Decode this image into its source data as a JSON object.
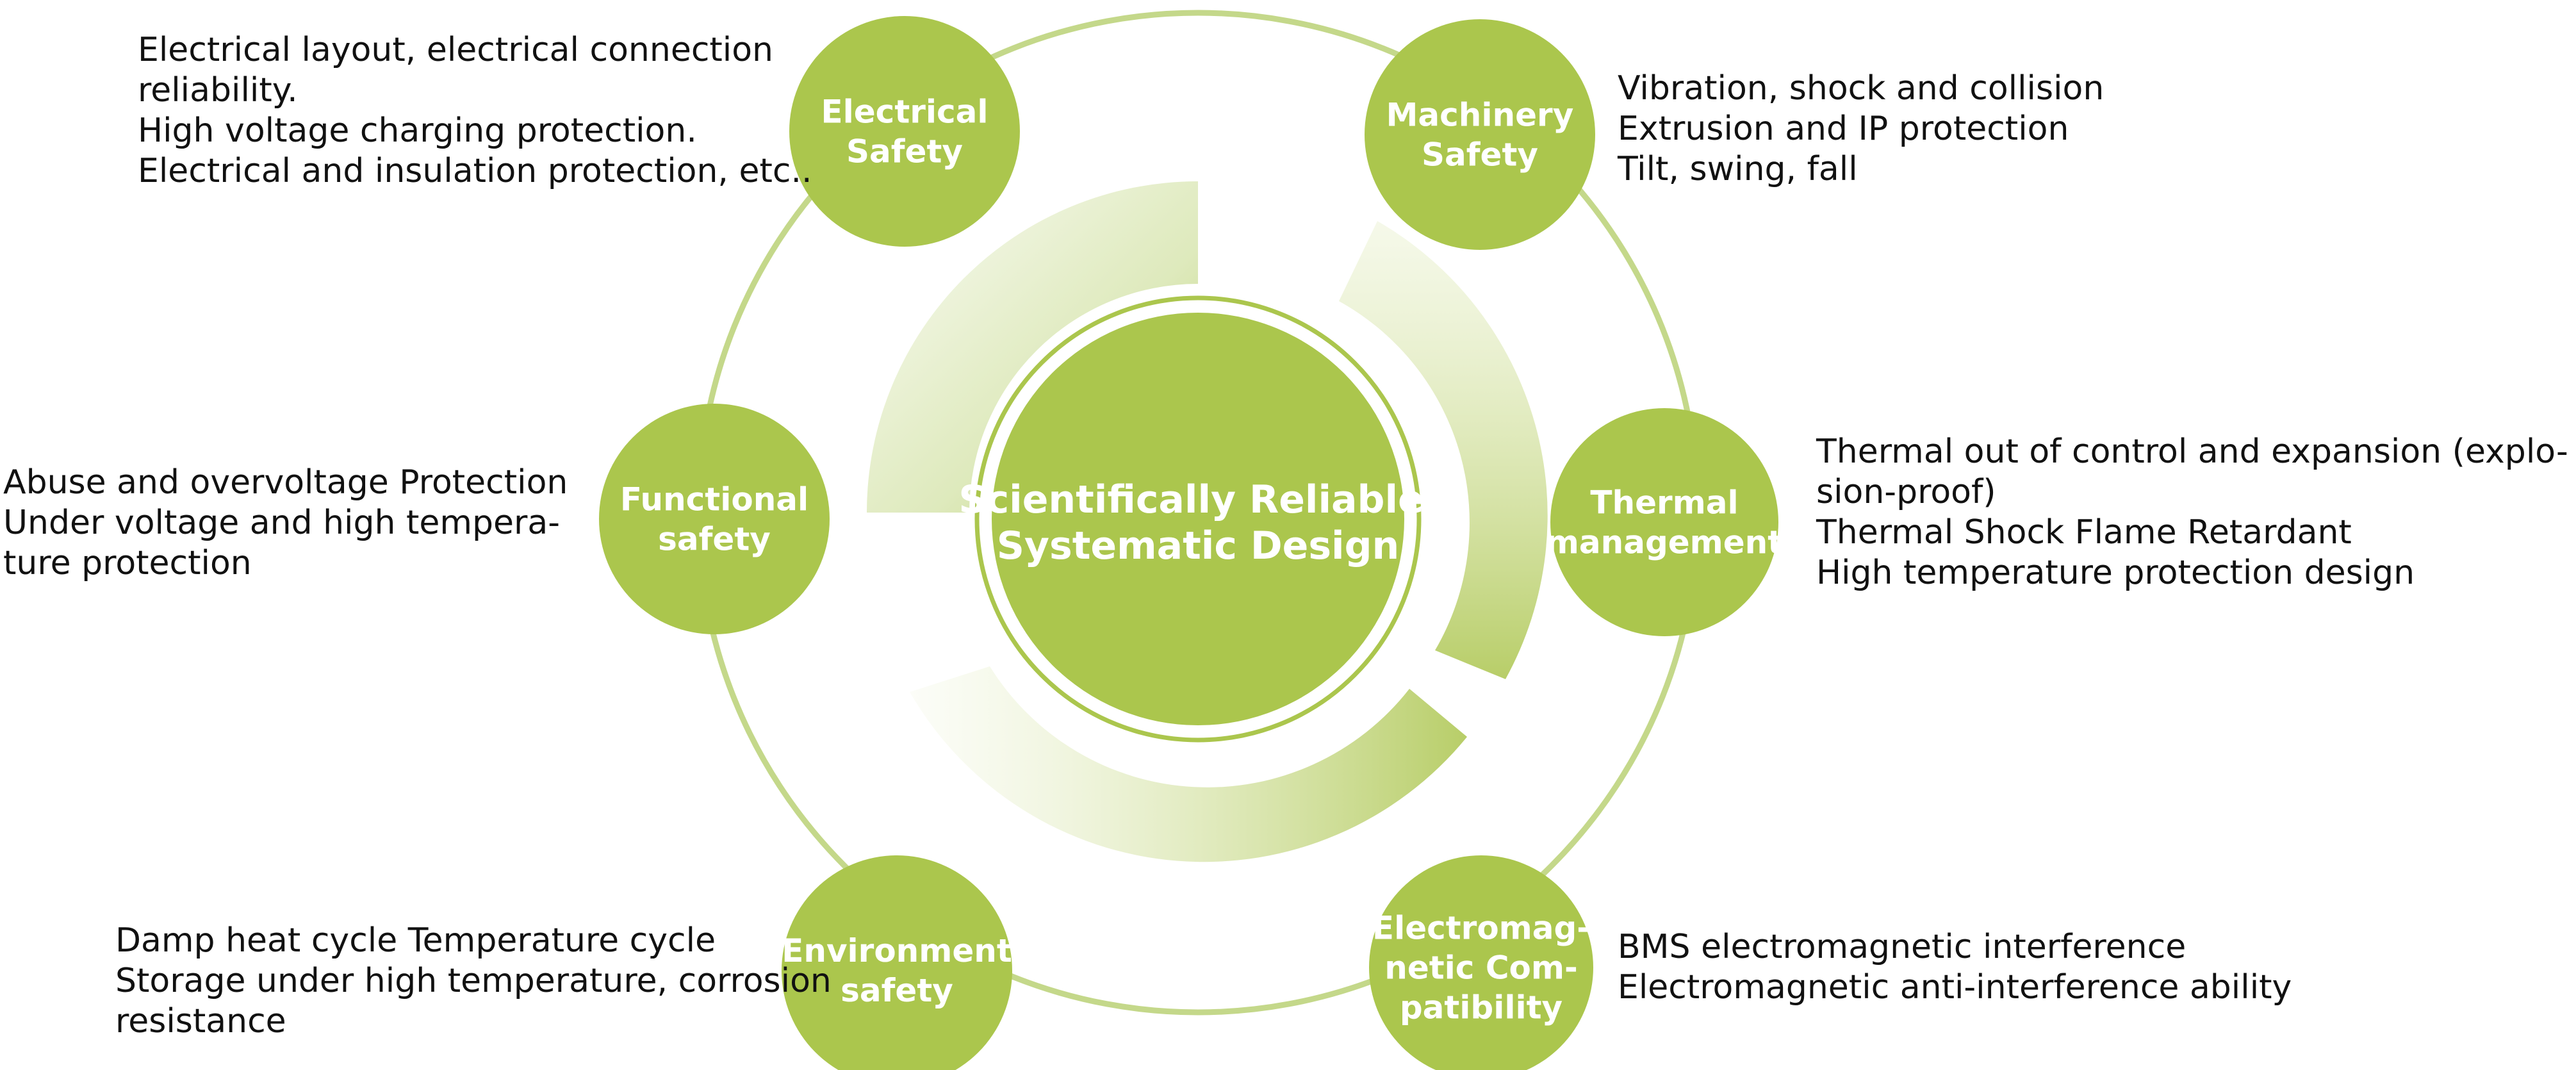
{
  "colors": {
    "bubble": "#abc64d",
    "ring": "#bfd57c",
    "arc_strong": "#b6cd63"
  },
  "center": {
    "line1": "Scientifically Reliable",
    "line2": "Systematic Design"
  },
  "nodes": [
    {
      "id": "electrical-safety",
      "label": [
        "Electrical",
        "Safety"
      ],
      "desc": [
        "Electrical layout, electrical connection",
        "reliability.",
        "High voltage charging protection.",
        "Electrical and insulation protection, etc.."
      ]
    },
    {
      "id": "machinery-safety",
      "label": [
        "Machinery",
        "Safety"
      ],
      "desc": [
        "Vibration, shock and collision",
        "Extrusion and IP protection",
        "Tilt, swing, fall"
      ]
    },
    {
      "id": "functional-safety",
      "label": [
        "Functional",
        "safety"
      ],
      "desc": [
        "Abuse and overvoltage Protection",
        "Under voltage and high tempera-",
        "ture protection"
      ]
    },
    {
      "id": "thermal-management",
      "label": [
        "Thermal",
        "management"
      ],
      "desc": [
        "Thermal out of control and expansion (explo-",
        "sion-proof)",
        "Thermal Shock Flame Retardant",
        "High temperature protection design"
      ]
    },
    {
      "id": "environment-safety",
      "label": [
        "Environment",
        "safety"
      ],
      "desc": [
        "Damp heat cycle Temperature cycle",
        "Storage under high temperature, corrosion",
        "resistance"
      ]
    },
    {
      "id": "electromagnetic-compatibility",
      "label": [
        "Electromag-",
        "netic Com-",
        "patibility"
      ],
      "desc": [
        "BMS electromagnetic interference",
        "Electromagnetic anti-interference ability"
      ]
    }
  ]
}
